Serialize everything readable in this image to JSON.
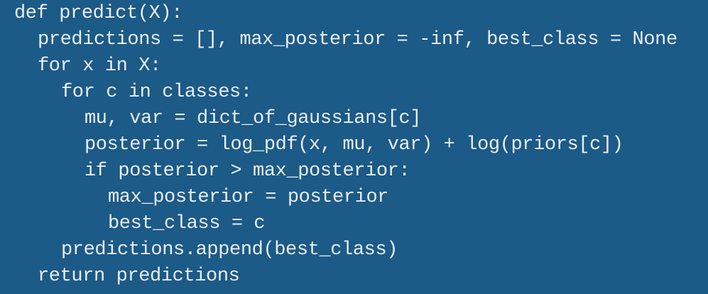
{
  "code": {
    "lines": [
      {
        "indent": 0,
        "text": "def predict(X):"
      },
      {
        "indent": 1,
        "text": "predictions = [], max_posterior = -inf, best_class = None"
      },
      {
        "indent": 1,
        "text": "for x in X:"
      },
      {
        "indent": 2,
        "text": "for c in classes:"
      },
      {
        "indent": 3,
        "text": "mu, var = dict_of_gaussians[c]"
      },
      {
        "indent": 3,
        "text": "posterior = log_pdf(x, mu, var) + log(priors[c])"
      },
      {
        "indent": 3,
        "text": "if posterior > max_posterior:"
      },
      {
        "indent": 4,
        "text": "max_posterior = posterior"
      },
      {
        "indent": 4,
        "text": "best_class = c"
      },
      {
        "indent": 2,
        "text": "predictions.append(best_class)"
      },
      {
        "indent": 1,
        "text": "return predictions"
      }
    ]
  }
}
